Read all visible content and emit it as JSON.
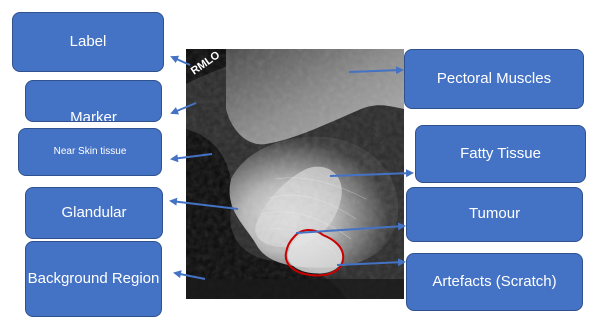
{
  "mammogram": {
    "marker_text": "RMLO"
  },
  "labels": {
    "label": "Label",
    "marker": "Marker",
    "near_skin": "Near Skin tissue",
    "glandular": "Glandular",
    "background": "Background Region",
    "pectoral": "Pectoral Muscles",
    "fatty": "Fatty Tissue",
    "tumour": "Tumour",
    "artefacts": "Artefacts (Scratch)"
  },
  "colors": {
    "box_fill": "#4472c4",
    "box_border": "#2f528f",
    "arrow": "#4472c4",
    "tumour_outline": "#cc0000"
  }
}
